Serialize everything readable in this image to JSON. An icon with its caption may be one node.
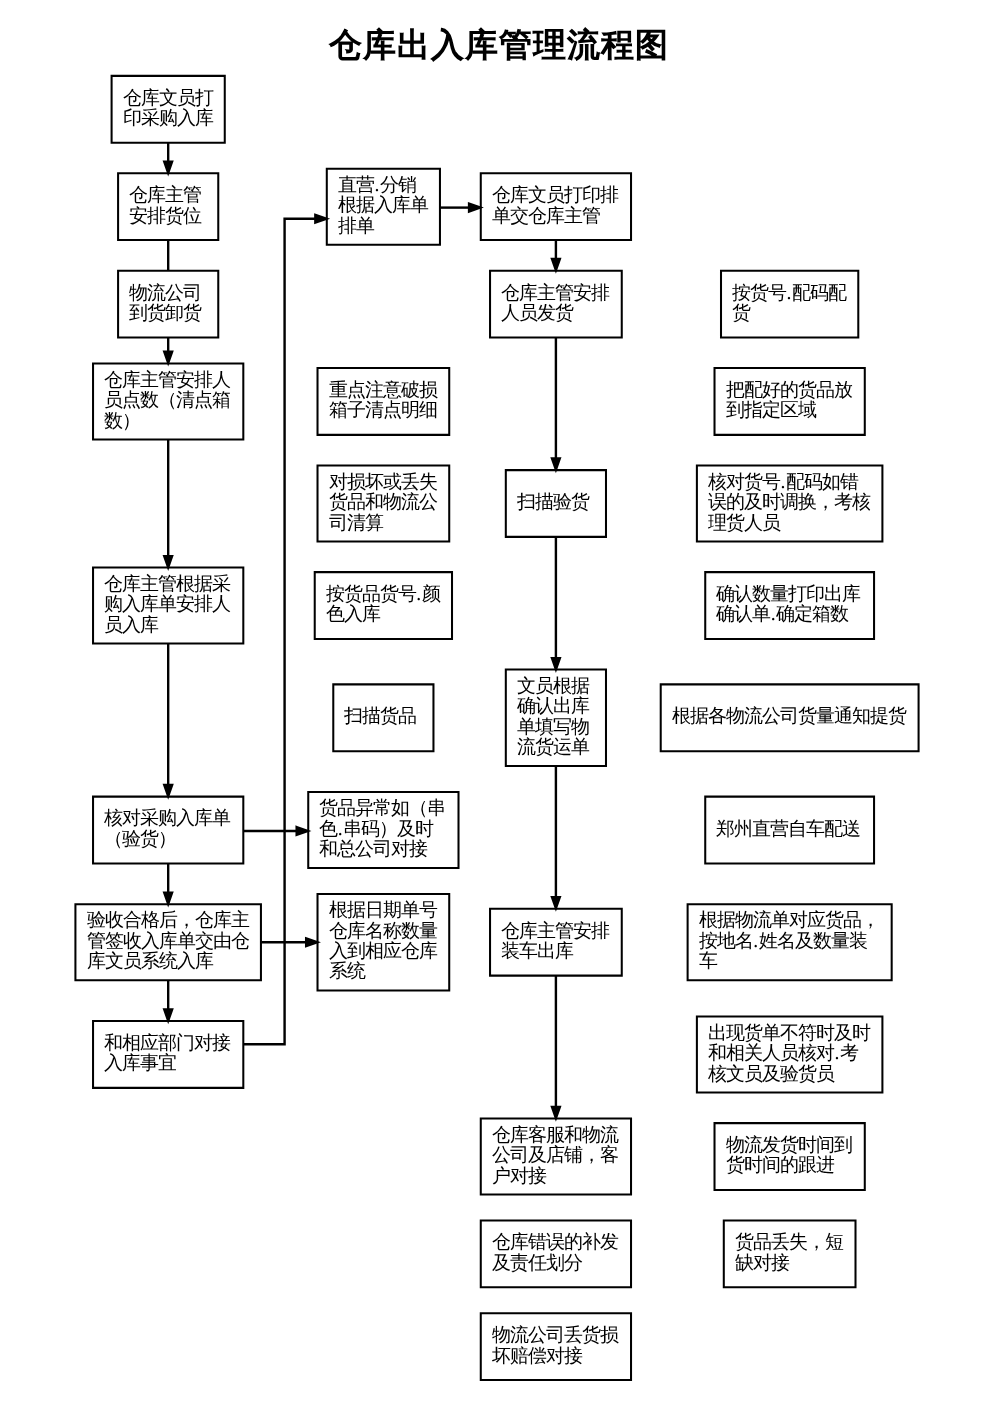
{
  "diagram": {
    "title": "仓库出入库管理流程图",
    "nodes": [
      {
        "text": [
          "仓库文员打印采购入库"
        ]
      },
      {
        "text": [
          "仓库主管安排货位"
        ]
      },
      {
        "text": [
          "物流公司到货卸货"
        ]
      },
      {
        "text": [
          "仓库主管安排人员点数（清点箱数）"
        ]
      },
      {
        "text": [
          "重点注意破损箱子清点明细"
        ]
      },
      {
        "text": [
          "对损坏或丢失货品和物流公司清算"
        ]
      },
      {
        "text": [
          "仓库主管根据采购入库单安排人员入库"
        ]
      },
      {
        "text": [
          "按货品货号.颜色入库"
        ]
      },
      {
        "text": [
          "扫描货品"
        ]
      },
      {
        "text": [
          "核对采购入库单（验货）"
        ]
      },
      {
        "text": [
          "货品异常如（串色.串码）及时和总公司对接"
        ]
      },
      {
        "text": [
          "验收合格后，仓库主管签收入库单交由仓库文员系统入库"
        ]
      },
      {
        "text": [
          "根据日期单号仓库名称数量入到相应仓库系统"
        ]
      },
      {
        "text": [
          "和相应部门对接入库事宜"
        ]
      },
      {
        "text": [
          "直营.分销根据入库单排单"
        ]
      },
      {
        "text": [
          "仓库文员打印排单交仓库主管"
        ]
      },
      {
        "text": [
          "仓库主管安排人员发货"
        ]
      },
      {
        "text": [
          "按货号.配码配货"
        ]
      },
      {
        "text": [
          "把配好的货品放到指定区域"
        ]
      },
      {
        "text": [
          "扫描验货"
        ]
      },
      {
        "text": [
          "核对货号.配码如错误的及时调换，考核理货人员"
        ]
      },
      {
        "text": [
          "确认数量打印出库确认单.确定箱数"
        ]
      },
      {
        "text": [
          "文员根据确认出库单填写物流货运单"
        ]
      },
      {
        "text": [
          "根据各物流公司货量通知提货"
        ]
      },
      {
        "text": [
          "郑州直营自车配送"
        ]
      },
      {
        "text": [
          "仓库主管安排装车出库"
        ]
      },
      {
        "text": [
          "根据物流单对应货品，按地名.姓名及数量装车"
        ]
      },
      {
        "text": [
          "出现货单不符时及时和相关人员核对.考核文员及验货员"
        ]
      },
      {
        "text": [
          "仓库客服和物流公司及店铺，客户对接"
        ]
      },
      {
        "text": [
          "仓库错误的补发及责任划分"
        ]
      },
      {
        "text": [
          "物流公司丢货损坏赔偿对接"
        ]
      },
      {
        "text": [
          "物流发货时间到货时间的跟进"
        ]
      },
      {
        "text": [
          "货品丢失，短缺对接"
        ]
      }
    ],
    "edges": [
      {
        "from": 0,
        "to": 1,
        "arrow": "to"
      },
      {
        "from": 1,
        "to": 2,
        "arrow": "none"
      },
      {
        "from": 2,
        "to": 3,
        "arrow": "to"
      },
      {
        "from": 3,
        "to": 6,
        "arrow": "to"
      },
      {
        "from": 6,
        "to": 9,
        "arrow": "to"
      },
      {
        "from": 9,
        "to": 10,
        "arrow": "to"
      },
      {
        "from": 9,
        "to": 11,
        "arrow": "to"
      },
      {
        "from": 11,
        "to": 12,
        "arrow": "to"
      },
      {
        "from": 11,
        "to": 13,
        "arrow": "to"
      },
      {
        "from": 13,
        "to": 14,
        "arrow": "to"
      },
      {
        "from": 14,
        "to": 15,
        "arrow": "to"
      },
      {
        "from": 15,
        "to": 16,
        "arrow": "to"
      },
      {
        "from": 16,
        "to": 19,
        "arrow": "to"
      },
      {
        "from": 19,
        "to": 22,
        "arrow": "to"
      },
      {
        "from": 22,
        "to": 25,
        "arrow": "to"
      },
      {
        "from": 25,
        "to": 28,
        "arrow": "to"
      }
    ]
  }
}
